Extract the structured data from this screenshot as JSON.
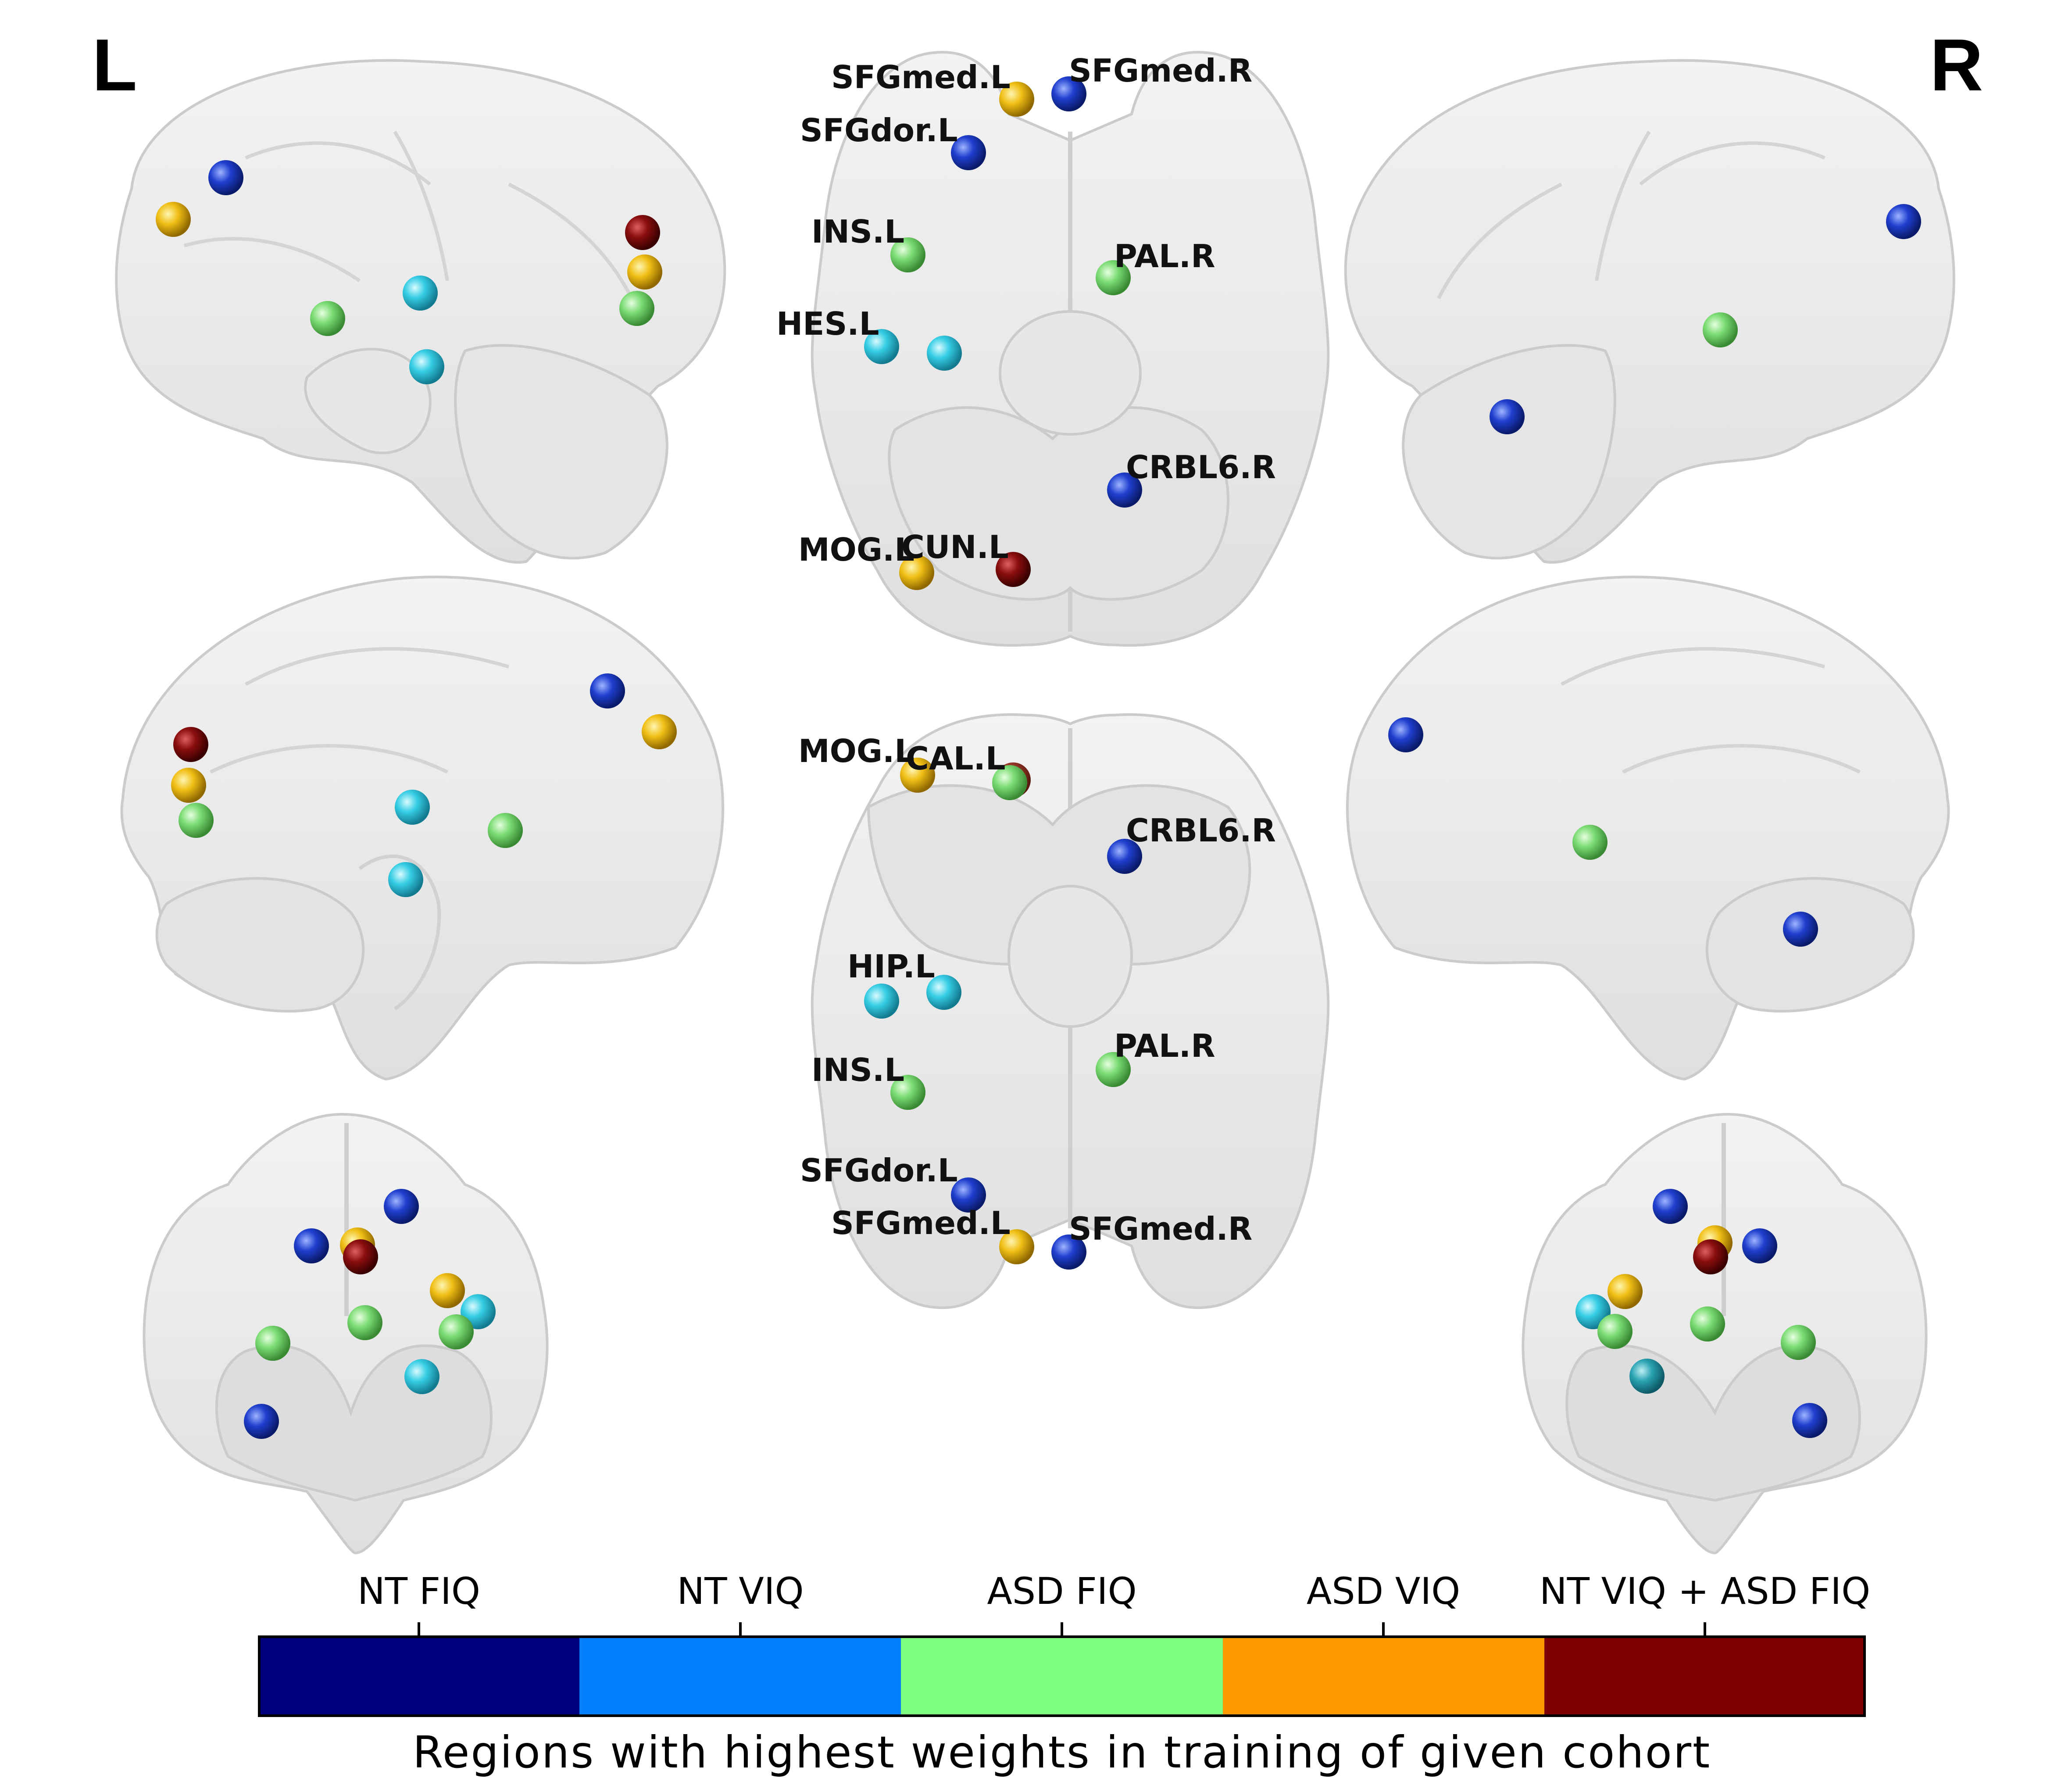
{
  "side_labels": {
    "left": "L",
    "right": "R"
  },
  "colors": {
    "nt_fiq": "#00007f",
    "nt_viq": "#007fff",
    "asd_fiq": "#7fff7f",
    "asd_viq": "#ff9a00",
    "nt_viq_asd_fiq": "#7f0000",
    "node_dark_blue": "#1f3fcf",
    "node_cyan": "#3fd0e6",
    "node_green": "#7fe07a",
    "node_yellow": "#f2c21a",
    "node_darkred": "#8f1010"
  },
  "colorbar": {
    "title": "Regions with highest weights in training of given cohort",
    "labels": [
      "NT FIQ",
      "NT VIQ",
      "ASD FIQ",
      "ASD VIQ",
      "NT VIQ +  ASD FIQ"
    ]
  },
  "region_labels": {
    "top": [
      "SFGmed.L",
      "SFGmed.R",
      "SFGdor.L",
      "INS.L",
      "PAL.R",
      "HES.L",
      "CRBL6.R",
      "MOG.L",
      "CUN.L"
    ],
    "bottom": [
      "MOG.L",
      "CAL.L",
      "CRBL6.R",
      "HIP.L",
      "INS.L",
      "PAL.R",
      "SFGdor.L",
      "SFGmed.L",
      "SFGmed.R"
    ]
  }
}
